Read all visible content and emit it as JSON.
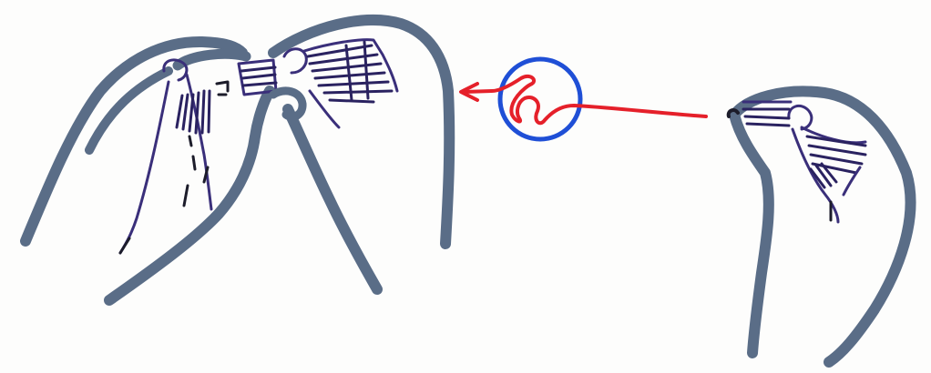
{
  "diagram": {
    "colors": {
      "paper": "#fdfdfc",
      "hand_outline": "#5a6d87",
      "hand_outline_dark": "#455670",
      "detail_ink": "#3a2f7a",
      "detail_ink_dark": "#2a2260",
      "arrow": "#e5202a",
      "circle": "#1f4fd6"
    },
    "icons": {
      "left_figure": "two-hands-folding-paper",
      "right_figure": "single-hand-holding-fold",
      "motion_symbol": "wavy-arrow-in-circle"
    }
  }
}
